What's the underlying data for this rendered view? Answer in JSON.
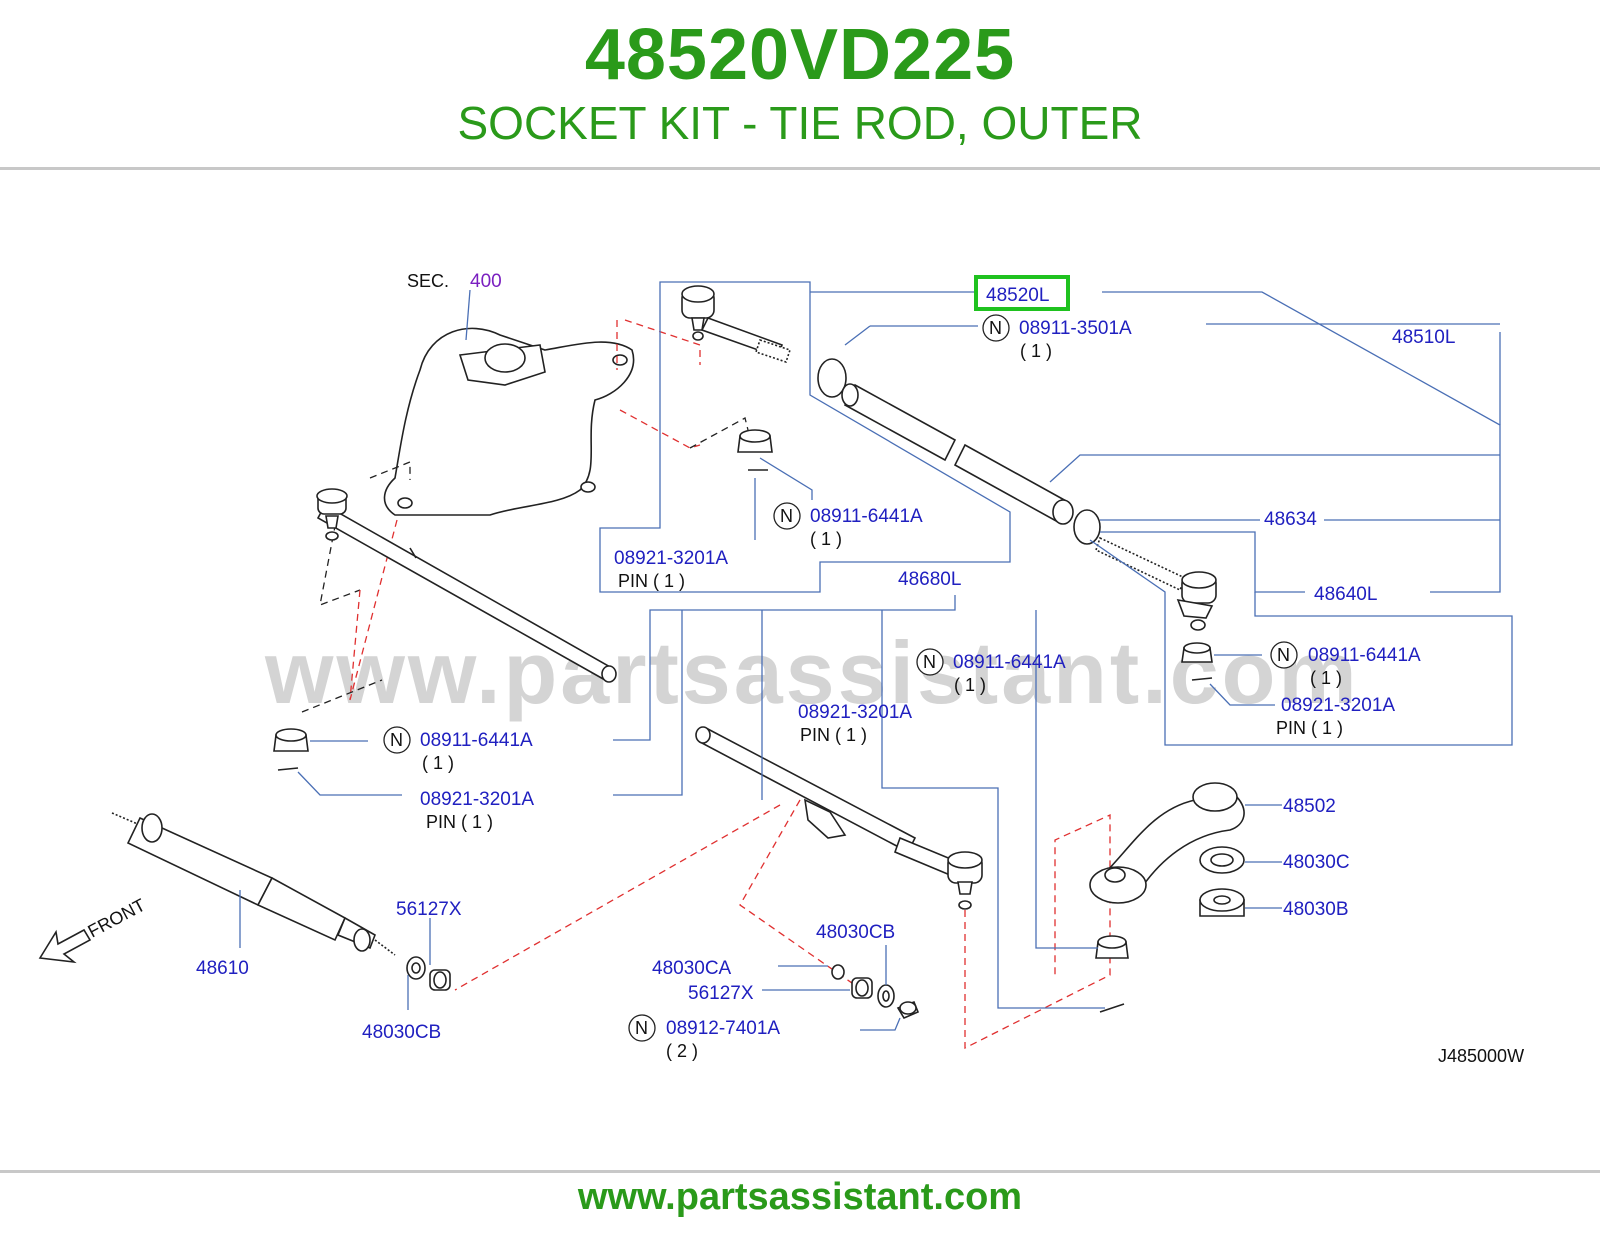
{
  "header": {
    "part_number": "48520VD225",
    "description": "SOCKET KIT - TIE ROD, OUTER"
  },
  "diagram": {
    "sec_prefix": "SEC.",
    "sec_number": "400",
    "front_label": "FRONT",
    "drawing_code": "J485000W",
    "watermark": "www.partsassistant.com",
    "highlight_color": "#1fc21f",
    "label_color": "#2020c0",
    "callouts": {
      "c48520L": "48520L",
      "c48510L": "48510L",
      "c48634": "48634",
      "c48640L": "48640L",
      "c48680L": "48680L",
      "c48502": "48502",
      "c48030C": "48030C",
      "c48030B": "48030B",
      "c48610": "48610",
      "c56127X_a": "56127X",
      "c48030CB_a": "48030CB",
      "c48030CB_b": "48030CB",
      "c48030CA": "48030CA",
      "c56127X_b": "56127X",
      "n3501": "08911-3501A",
      "n3501_qty": "( 1 )",
      "n6441_a": "08911-6441A",
      "n6441_a_qty": "( 1 )",
      "p3201_a": "08921-3201A",
      "p3201_a_qty": "PIN    ( 1 )",
      "n6441_b": "08911-6441A",
      "n6441_b_qty": "( 1 )",
      "p3201_b": "08921-3201A",
      "p3201_b_qty": "PIN     ( 1 )",
      "n6441_c": "08911-6441A",
      "n6441_c_qty": "( 1 )",
      "p3201_c": "08921-3201A",
      "p3201_c_qty": "PIN    ( 1 )",
      "n6441_d": "08911-6441A",
      "n6441_d_qty": "( 1 )",
      "p3201_d": "08921-3201A",
      "p3201_d_qty": "PIN    ( 1 )",
      "n7401": "08912-7401A",
      "n7401_qty": "( 2 )",
      "n_mark": "N"
    }
  },
  "footer": {
    "url": "www.partsassistant.com"
  }
}
